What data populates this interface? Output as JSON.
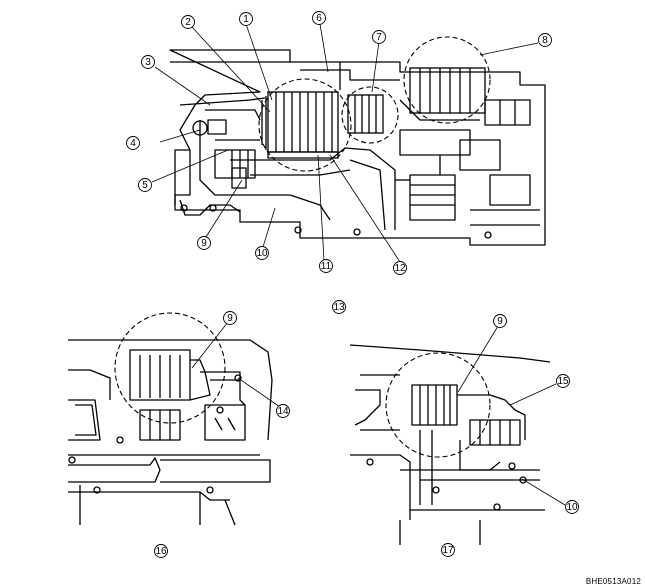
{
  "figure_code": "BHE0513A012",
  "callouts": {
    "c1": "1",
    "c2": "2",
    "c3": "3",
    "c4": "4",
    "c5": "5",
    "c6": "6",
    "c7": "7",
    "c8": "8",
    "c9": "9",
    "c10": "10",
    "c11": "11",
    "c12": "12",
    "c13": "13",
    "c14": "14",
    "c15": "15",
    "c16": "16",
    "c17": "17",
    "c9b": "9",
    "c9c": "9",
    "c10b": "10"
  }
}
